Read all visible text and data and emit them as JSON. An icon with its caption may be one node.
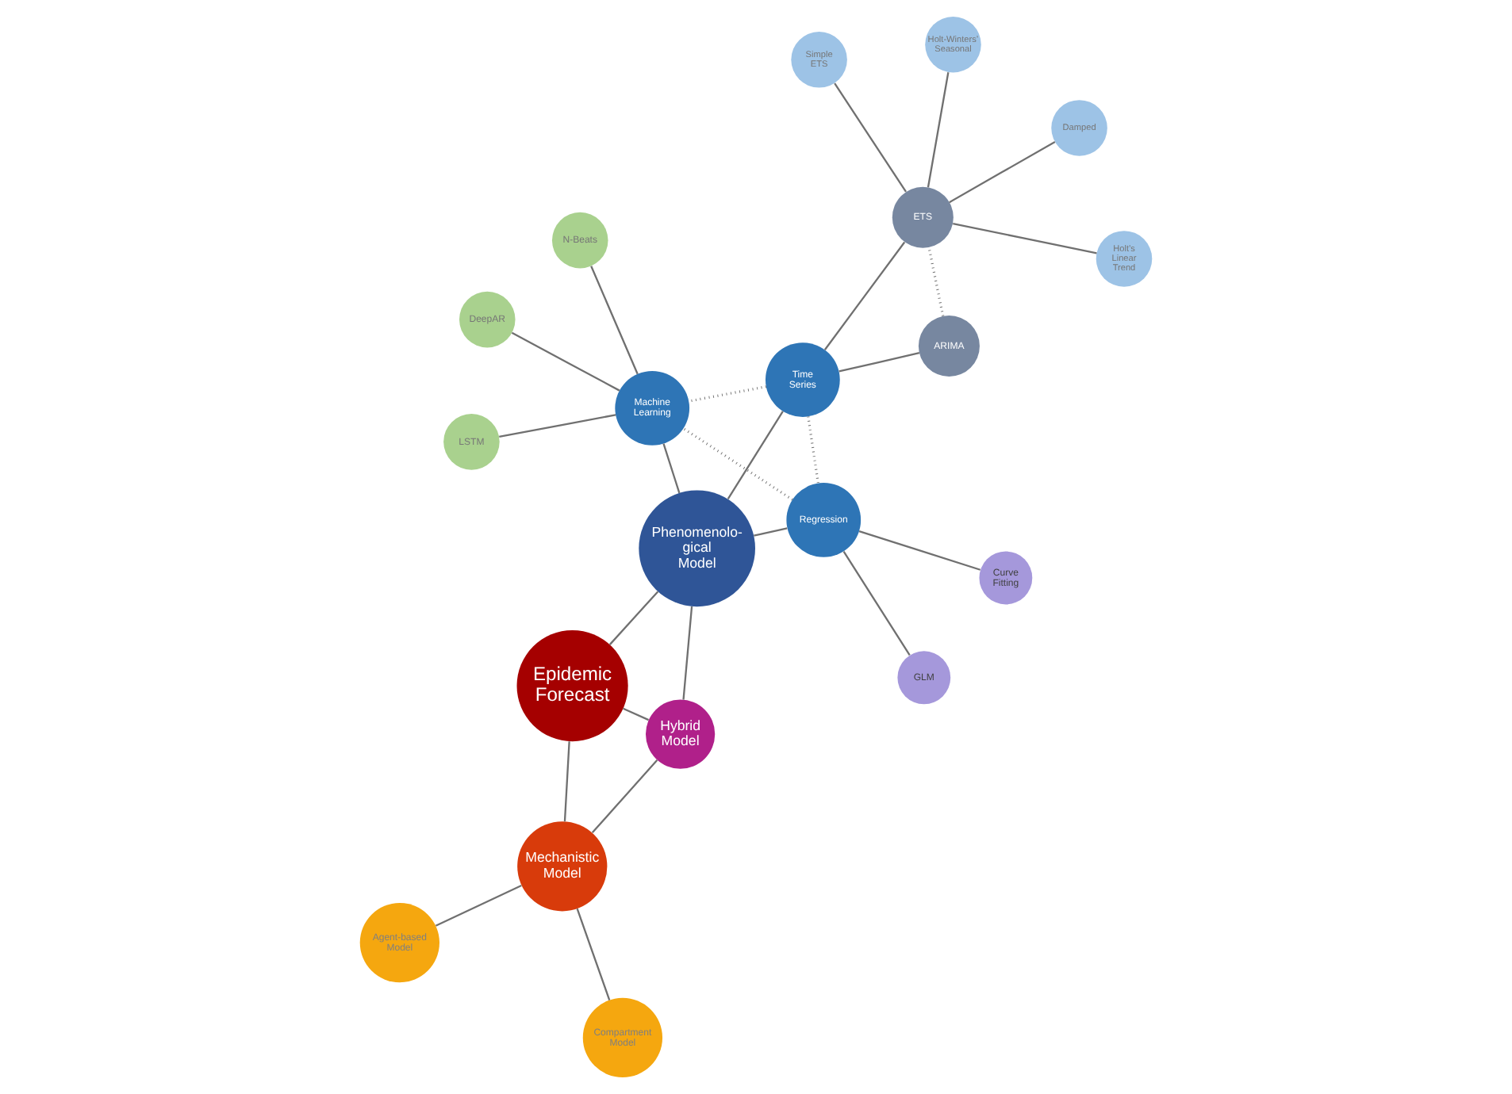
{
  "diagram": {
    "nodes": [
      {
        "text": [
          "Epidemic Forecast"
        ]
      },
      {
        "text": [
          "Mechanistic Model"
        ]
      },
      {
        "text": [
          "Hybrid Model"
        ]
      },
      {
        "text": [
          "Phenomenolo- gical Model"
        ]
      },
      {
        "text": [
          "Compartment Model"
        ]
      },
      {
        "text": [
          "Agent-based Model"
        ]
      },
      {
        "text": [
          "Time Series"
        ]
      },
      {
        "text": [
          "Regression"
        ]
      },
      {
        "text": [
          "Machine Learning"
        ]
      },
      {
        "text": [
          "ARIMA"
        ]
      },
      {
        "text": [
          "ETS"
        ]
      },
      {
        "text": [
          "Simple ETS"
        ]
      },
      {
        "text": [
          "Holt’s Linear Trend"
        ]
      },
      {
        "text": [
          "Damped"
        ]
      },
      {
        "text": [
          "Holt-Winters’ Seasonal"
        ]
      },
      {
        "text": [
          "GLM"
        ]
      },
      {
        "text": [
          "Curve Fitting"
        ]
      },
      {
        "text": [
          "N-Beats"
        ]
      },
      {
        "text": [
          "LSTM"
        ]
      },
      {
        "text": [
          "DeepAR"
        ]
      }
    ],
    "edges": [
      {
        "from": 1,
        "to": 2,
        "arrow": "none"
      },
      {
        "from": 1,
        "to": 0,
        "arrow": "none"
      },
      {
        "from": 1,
        "to": 4,
        "arrow": "none"
      },
      {
        "from": 1,
        "to": 5,
        "arrow": "none"
      },
      {
        "from": 2,
        "to": 0,
        "arrow": "none"
      },
      {
        "from": 2,
        "to": 3,
        "arrow": "none"
      },
      {
        "from": 0,
        "to": 3,
        "arrow": "none"
      },
      {
        "from": 3,
        "to": 6,
        "arrow": "none"
      },
      {
        "from": 3,
        "to": 7,
        "arrow": "none"
      },
      {
        "from": 3,
        "to": 8,
        "arrow": "none"
      },
      {
        "from": 6,
        "to": 9,
        "arrow": "none"
      },
      {
        "from": 6,
        "to": 10,
        "arrow": "none"
      },
      {
        "from": 9,
        "to": 10,
        "arrow": "none",
        "style": "dashed"
      },
      {
        "from": 10,
        "to": 11,
        "arrow": "none"
      },
      {
        "from": 10,
        "to": 12,
        "arrow": "none"
      },
      {
        "from": 10,
        "to": 13,
        "arrow": "none"
      },
      {
        "from": 10,
        "to": 14,
        "arrow": "none"
      },
      {
        "from": 6,
        "to": 8,
        "arrow": "none",
        "style": "dashed"
      },
      {
        "from": 6,
        "to": 7,
        "arrow": "none",
        "style": "dashed"
      },
      {
        "from": 7,
        "to": 8,
        "arrow": "none",
        "style": "dashed"
      },
      {
        "from": 7,
        "to": 15,
        "arrow": "none"
      },
      {
        "from": 7,
        "to": 16,
        "arrow": "none"
      },
      {
        "from": 8,
        "to": 17,
        "arrow": "none"
      },
      {
        "from": 8,
        "to": 18,
        "arrow": "none"
      },
      {
        "from": 8,
        "to": 19,
        "arrow": "none"
      }
    ]
  }
}
